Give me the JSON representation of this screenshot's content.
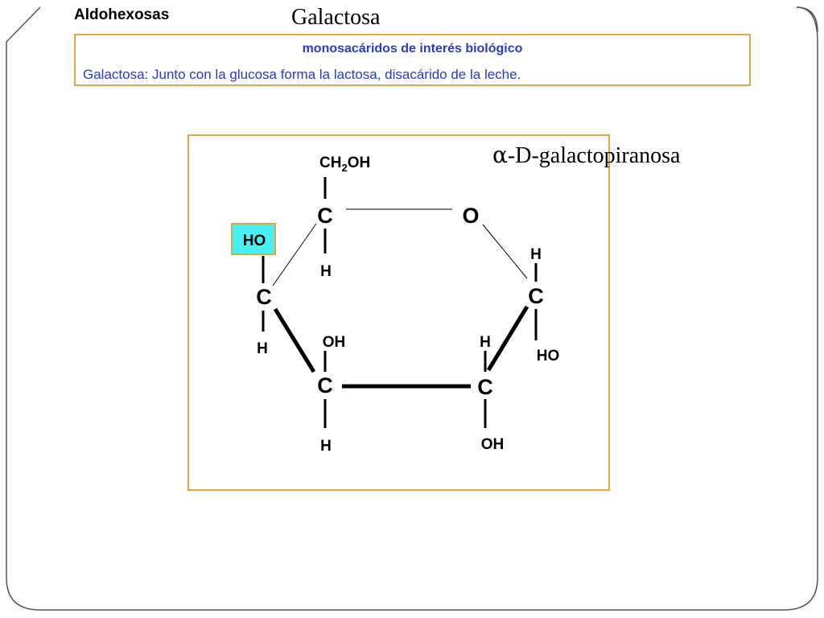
{
  "header": {
    "category": "Aldohexosas",
    "title": "Galactosa"
  },
  "info_box": {
    "title": "monosacáridos de interés biológico",
    "text": "Galactosa: Junto con la glucosa forma la lactosa, disacárido de la leche."
  },
  "structure": {
    "name_prefix": "α",
    "name_suffix": "-D-galactopiranosa",
    "atoms": {
      "ch2oh_ch": "CH",
      "ch2oh_sub": "2",
      "ch2oh_oh": "OH",
      "c5": "C",
      "c5_h": "H",
      "ring_o": "O",
      "c1": "C",
      "c1_h": "H",
      "c1_ho": "HO",
      "c4": "C",
      "c4_ho": "HO",
      "c4_h": "H",
      "c3": "C",
      "c3_oh": "OH",
      "c3_h": "H",
      "c2": "C",
      "c2_h": "H",
      "c2_oh": "OH"
    },
    "highlight_color": "#49f0f3"
  },
  "colors": {
    "accent_border": "#e8a24a",
    "info_text": "#2a3ad0"
  }
}
